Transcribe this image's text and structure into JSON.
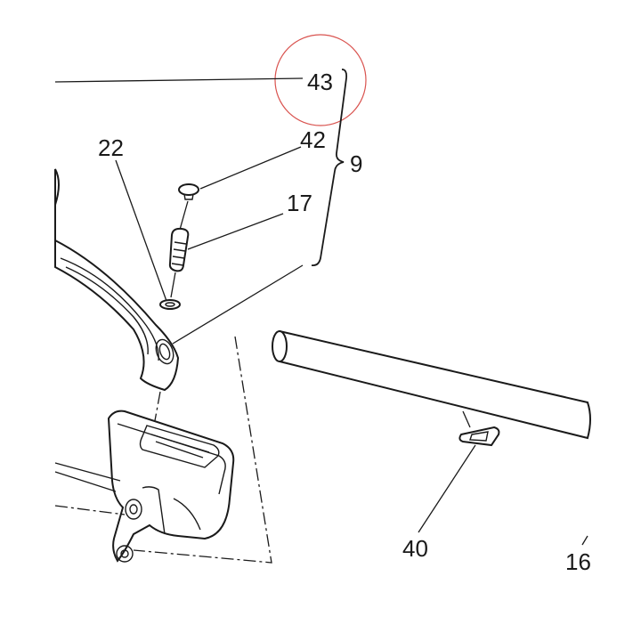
{
  "callouts": {
    "part_43": "43",
    "part_42": "42",
    "part_9": "9",
    "part_22": "22",
    "part_17": "17",
    "part_40": "40",
    "part_16": "16"
  },
  "highlight_color": "#d9534f",
  "line_color": "#1a1a1a"
}
